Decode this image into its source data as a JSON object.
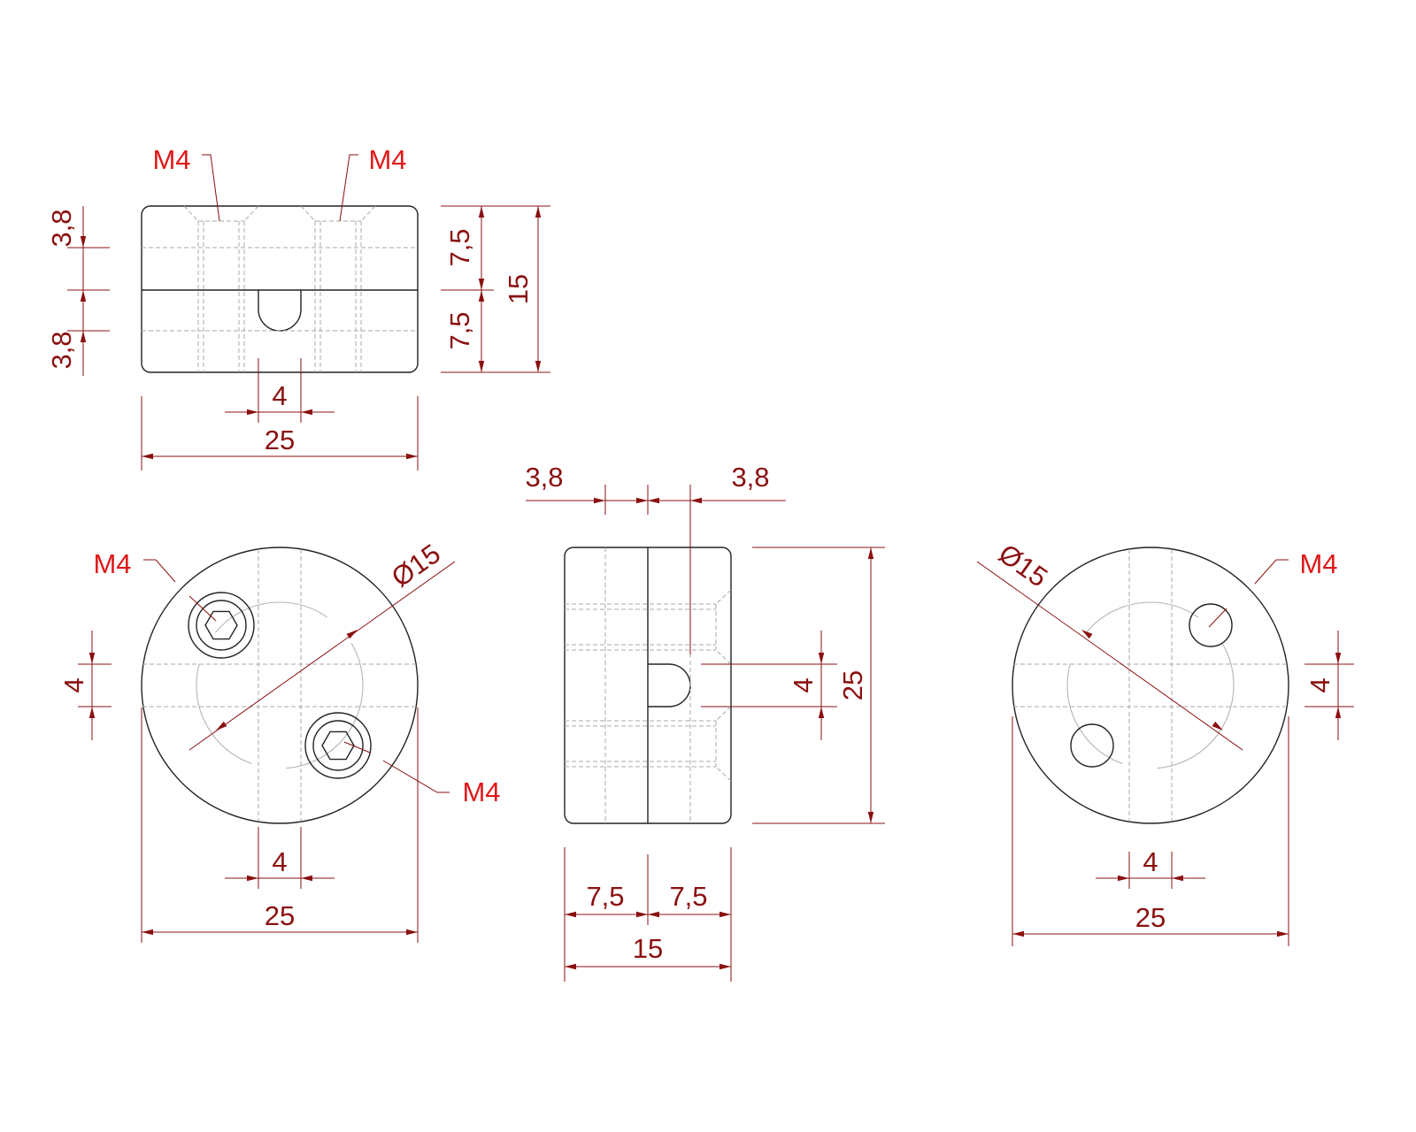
{
  "top_view": {
    "thread_left": "M4",
    "thread_right": "M4",
    "dim_left_upper": "3,8",
    "dim_left_lower": "3,8",
    "dim_right_upper": "7,5",
    "dim_right_lower": "7,5",
    "dim_height": "15",
    "dim_slot": "4",
    "dim_width": "25"
  },
  "front_view": {
    "thread_upper": "M4",
    "thread_lower": "M4",
    "diameter": "Ø15",
    "dim_left_slot": "4",
    "dim_slot": "4",
    "dim_width": "25"
  },
  "side_view": {
    "dim_top_left": "3,8",
    "dim_top_right": "3,8",
    "dim_slot": "4",
    "dim_height": "25",
    "dim_bottom_left": "7,5",
    "dim_bottom_right": "7,5",
    "dim_bottom_total": "15"
  },
  "rear_view": {
    "diameter": "Ø15",
    "thread": "M4",
    "dim_right_slot": "4",
    "dim_slot": "4",
    "dim_width": "25"
  },
  "colors": {
    "outline": "#222222",
    "hidden_line": "#a8a8a8",
    "dimension": "#8b1010",
    "label": "#e01818"
  }
}
